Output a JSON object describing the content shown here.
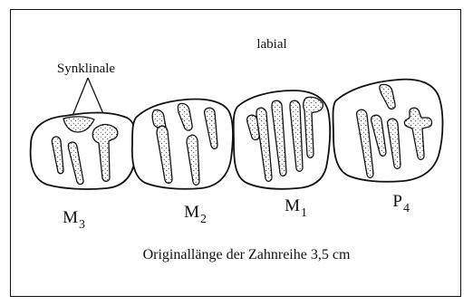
{
  "figure": {
    "orientation_label": "labial",
    "structure_label": "Synklinale",
    "caption": "Originallänge der Zahnreihe 3,5 cm",
    "teeth": [
      {
        "name": "M",
        "index": "3"
      },
      {
        "name": "M",
        "index": "2"
      },
      {
        "name": "M",
        "index": "1"
      },
      {
        "name": "P",
        "index": "4"
      }
    ]
  }
}
